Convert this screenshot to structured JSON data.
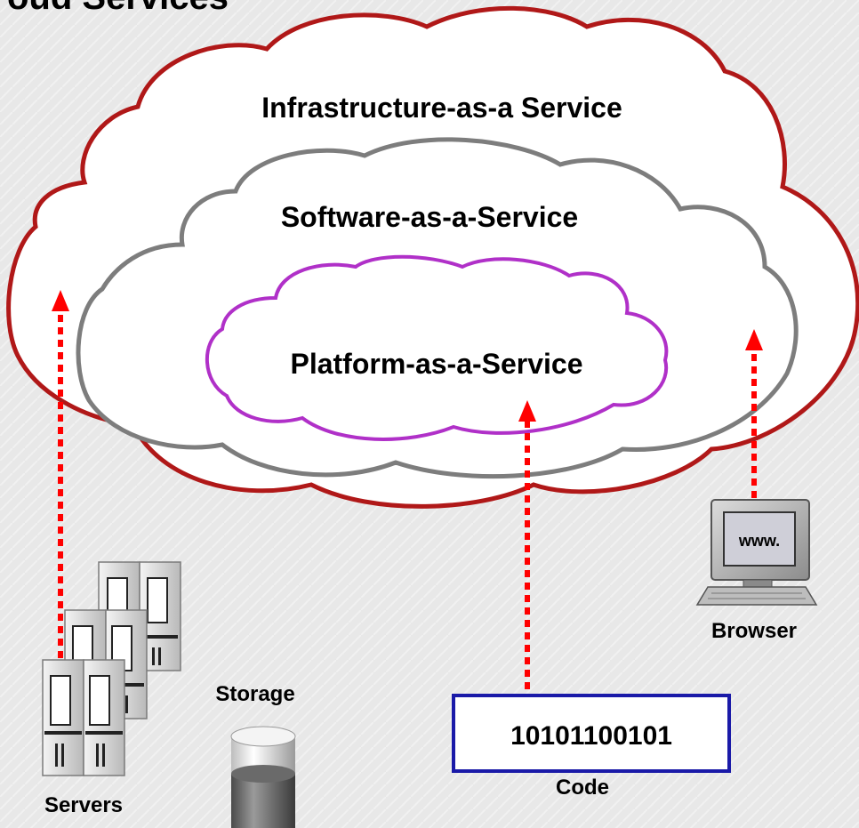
{
  "header": {
    "title_fragment": "oud Services"
  },
  "cloud_layers": [
    {
      "label": "Infrastructure-as-a Service",
      "color": "#b01818"
    },
    {
      "label": "Software-as-a-Service",
      "color": "#808080"
    },
    {
      "label": "Platform-as-a-Service",
      "color": "#b030c8"
    }
  ],
  "components": {
    "servers": "Servers",
    "storage": "Storage",
    "code_value": "10101100101",
    "code": "Code",
    "browser": "Browser",
    "browser_screen": "www."
  },
  "colors": {
    "arrow": "#ff0000",
    "code_box_border": "#1a1aa8",
    "background": "#e9e9e9"
  }
}
